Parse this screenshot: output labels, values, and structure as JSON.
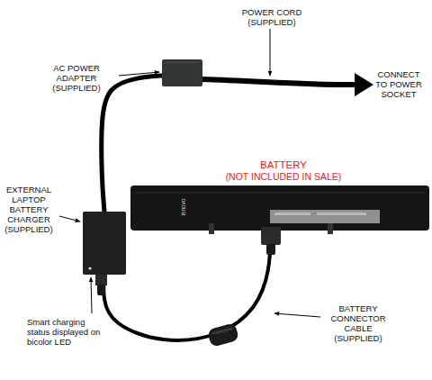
{
  "diagram": {
    "nodes": [
      {
        "text": [
          "AC POWER ADAPTER (SUPPLIED)"
        ]
      },
      {
        "text": [
          "EXTERNAL LAPTOP BATTERY CHARGER (SUPPLIED)"
        ]
      },
      {
        "text": [
          "BATTERY",
          "(NOT INCLUDED IN SALE)",
          "lenovo"
        ]
      }
    ],
    "edges": [
      {
        "from": 0,
        "to": 1,
        "arrow": "none"
      },
      {
        "from": 1,
        "to": 2,
        "arrow": "none"
      }
    ],
    "labels": [
      "POWER CORD (SUPPLIED)",
      "CONNECT TO POWER SOCKET",
      "BATTERY CONNECTOR CABLE (SUPPLIED)",
      "Smart charging status displayed on bicolor LED"
    ]
  }
}
